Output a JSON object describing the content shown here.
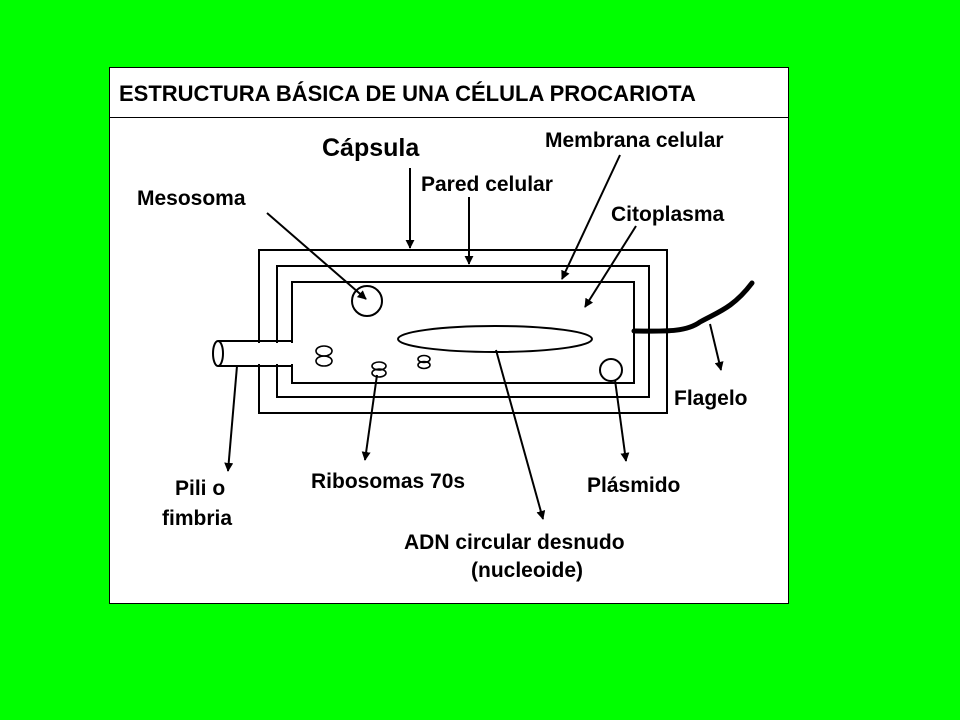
{
  "title": "ESTRUCTURA BÁSICA DE UNA CÉLULA PROCARIOTA",
  "labels": {
    "capsula": "Cápsula",
    "membrana": "Membrana celular",
    "pared": "Pared celular",
    "mesosoma": "Mesosoma",
    "citoplasma": "Citoplasma",
    "flagelo": "Flagelo",
    "pili_line1": "Pili o",
    "pili_line2": "fimbria",
    "ribosomas": "Ribosomas 70s",
    "plasmido": "Plásmido",
    "adn_line1": "ADN circular desnudo",
    "adn_line2": "(nucleoide)"
  },
  "colors": {
    "background": "#00ff00",
    "panel": "#ffffff",
    "ink": "#000000"
  }
}
